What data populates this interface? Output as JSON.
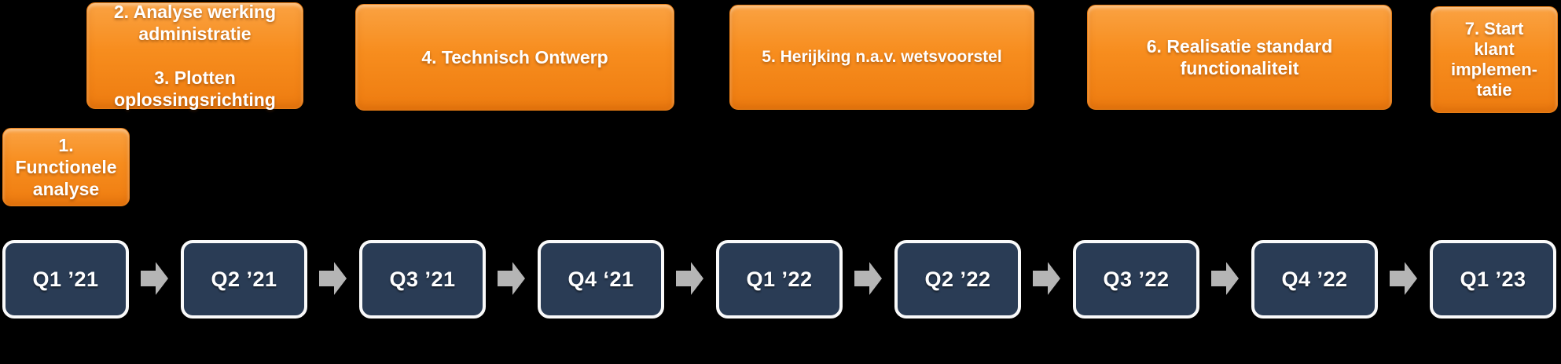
{
  "diagram": {
    "type": "roadmap-timeline",
    "colors": {
      "background": "#000000",
      "phase_fill_top": "#faa242",
      "phase_fill_bottom": "#ee7c10",
      "quarter_fill": "#2a3c55",
      "quarter_border": "#fafafa",
      "arrow": "#b5b5b5",
      "text": "#ffffff"
    },
    "phases": [
      {
        "label": "1.\nFunctionele\nanalyse"
      },
      {
        "label": "2. Analyse werking\nadministratie\n\n3. Plotten\noplossingsrichting"
      },
      {
        "label": "4. Technisch Ontwerp"
      },
      {
        "label": "5. Herijking n.a.v. wetsvoorstel"
      },
      {
        "label": "6. Realisatie standard\nfunctionaliteit"
      },
      {
        "label": "7. Start\nklant\nimplemen-\ntatie"
      }
    ],
    "quarters": [
      {
        "label": "Q1 ’21"
      },
      {
        "label": "Q2 ’21"
      },
      {
        "label": "Q3 ’21"
      },
      {
        "label": "Q4 ‘21"
      },
      {
        "label": "Q1 ’22"
      },
      {
        "label": "Q2 ’22"
      },
      {
        "label": "Q3 ’22"
      },
      {
        "label": "Q4 ’22"
      },
      {
        "label": "Q1 ’23"
      }
    ]
  }
}
